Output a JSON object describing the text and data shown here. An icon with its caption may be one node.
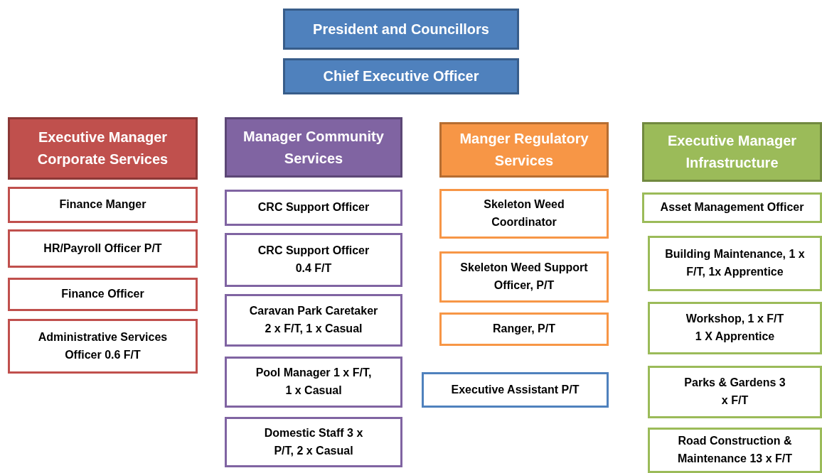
{
  "diagram": {
    "nodes": [
      {
        "text": [
          "President and Councillors"
        ]
      },
      {
        "text": [
          "Chief Executive Officer"
        ]
      },
      {
        "text": [
          "Executive Manager Corporate Services"
        ]
      },
      {
        "text": [
          "Finance Manger"
        ]
      },
      {
        "text": [
          "HR/Payroll Officer P/T"
        ]
      },
      {
        "text": [
          "Finance Officer"
        ]
      },
      {
        "text": [
          "Administrative Services Officer 0.6 F/T"
        ]
      },
      {
        "text": [
          "Manager Community Services"
        ]
      },
      {
        "text": [
          "CRC Support Officer"
        ]
      },
      {
        "text": [
          "CRC Support Officer 0.4 F/T"
        ]
      },
      {
        "text": [
          "Caravan Park Caretaker 2 x F/T, 1 x Casual"
        ]
      },
      {
        "text": [
          "Pool Manager 1 x F/T, 1 x Casual"
        ]
      },
      {
        "text": [
          "Domestic Staff 3 x P/T, 2 x Casual"
        ]
      },
      {
        "text": [
          "Manger Regulatory Services"
        ]
      },
      {
        "text": [
          "Skeleton Weed Coordinator"
        ]
      },
      {
        "text": [
          "Skeleton Weed Support Officer, P/T"
        ]
      },
      {
        "text": [
          "Ranger, P/T"
        ]
      },
      {
        "text": [
          "Executive Assistant P/T"
        ]
      },
      {
        "text": [
          "Executive Manager Infrastructure"
        ]
      },
      {
        "text": [
          "Asset Management Officer"
        ]
      },
      {
        "text": [
          "Building Maintenance, 1 x F/T, 1x Apprentice"
        ]
      },
      {
        "text": [
          "Workshop, 1 x F/T 1 X Apprentice"
        ]
      },
      {
        "text": [
          "Parks & Gardens 3 x F/T"
        ]
      },
      {
        "text": [
          "Road Construction & Maintenance 13 x F/T"
        ]
      }
    ]
  }
}
